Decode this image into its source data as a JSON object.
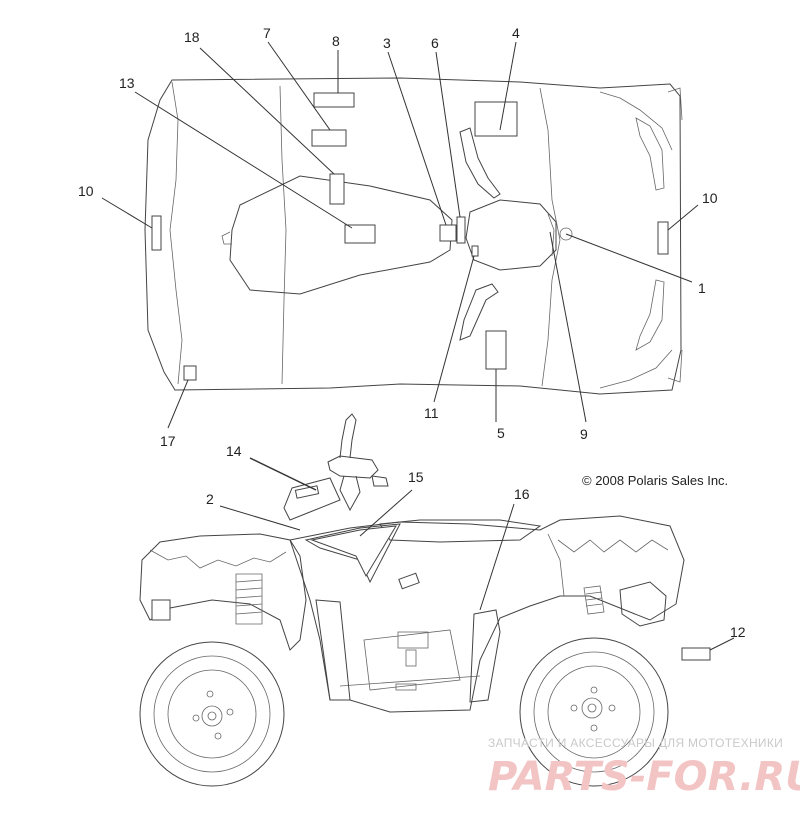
{
  "callouts": {
    "c1": "1",
    "c2": "2",
    "c3": "3",
    "c4": "4",
    "c5": "5",
    "c6": "6",
    "c7": "7",
    "c8": "8",
    "c9": "9",
    "c10a": "10",
    "c10b": "10",
    "c11": "11",
    "c12": "12",
    "c13": "13",
    "c14": "14",
    "c15": "15",
    "c16": "16",
    "c17": "17",
    "c18": "18"
  },
  "copyright": "© 2008 Polaris Sales Inc.",
  "watermark": {
    "tagline": "ЗАПЧАСТИ И АКСЕССУАРЫ ДЛЯ МОТОТЕХНИКИ",
    "brand": "PARTS-FOR.RU"
  },
  "colors": {
    "line": "#444444",
    "watermark_brand": "#f3c4c4",
    "watermark_tagline": "#c9c9c9"
  }
}
